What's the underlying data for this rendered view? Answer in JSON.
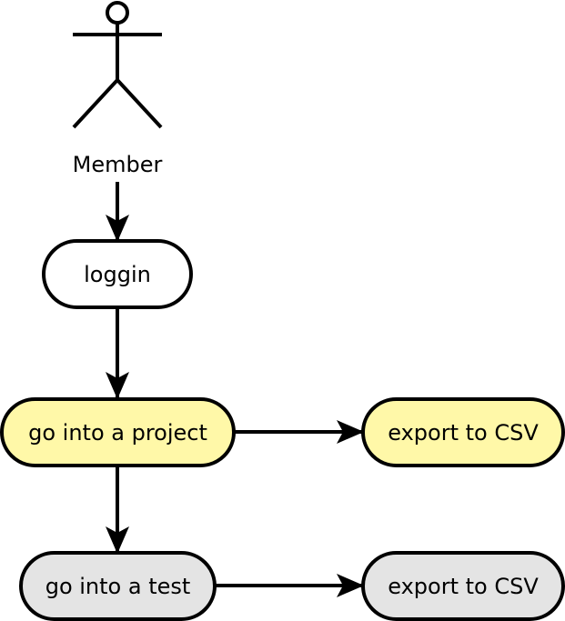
{
  "colors": {
    "stroke": "#000000",
    "default_fill": "#ffffff",
    "project_fill": "#fff8a8",
    "test_fill": "#e4e4e4"
  },
  "actor": {
    "label": "Member",
    "icon": "stick-figure-icon"
  },
  "nodes": {
    "loggin": {
      "label": "loggin"
    },
    "project": {
      "label": "go into a project"
    },
    "project_export": {
      "label": "export to CSV"
    },
    "test": {
      "label": "go into a test"
    },
    "test_export": {
      "label": "export to CSV"
    }
  }
}
